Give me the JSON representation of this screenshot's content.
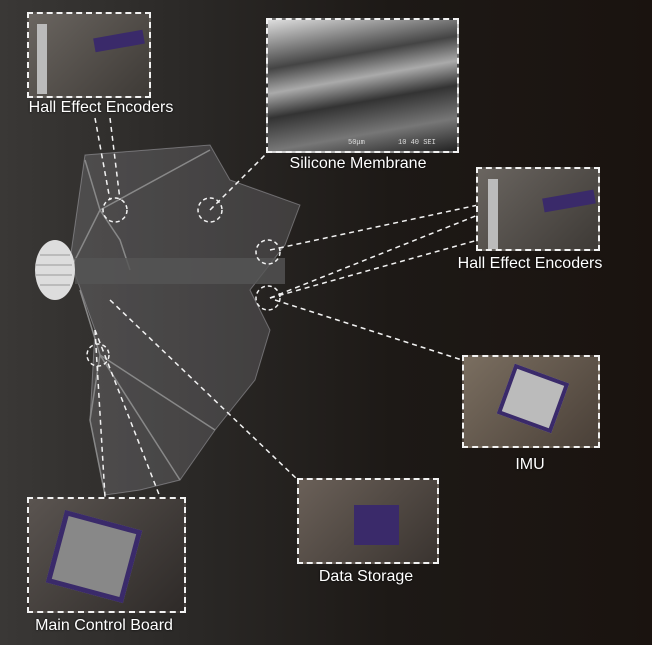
{
  "callouts": [
    {
      "id": "hall-top",
      "label": "Hall Effect Encoders"
    },
    {
      "id": "membrane",
      "label": "Silicone Membrane",
      "sem_scale": "50μm",
      "sem_info": "10 40 SEI"
    },
    {
      "id": "hall-right",
      "label": "Hall Effect Encoders"
    },
    {
      "id": "imu",
      "label": "IMU"
    },
    {
      "id": "storage",
      "label": "Data Storage"
    },
    {
      "id": "board",
      "label": "Main Control Board"
    }
  ],
  "colors": {
    "dashed": "#f2f2f2",
    "pcb": "#3a2a6a",
    "background": "#1d1916"
  }
}
